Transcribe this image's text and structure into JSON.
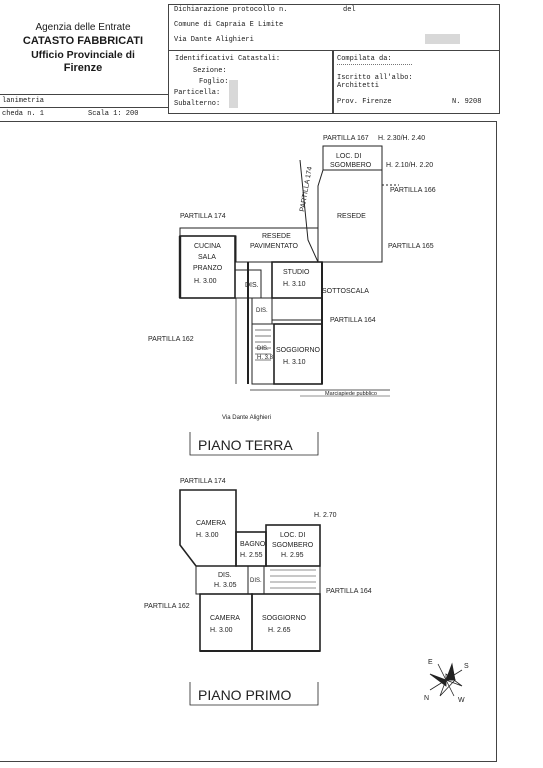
{
  "header": {
    "agency_line1": "Agenzia delle Entrate",
    "agency_line2": "CATASTO FABBRICATI",
    "agency_line3": "Ufficio Provinciale di",
    "agency_line4": "Firenze",
    "protocol_label": "Dichiarazione protocollo n.",
    "protocol_del": "del",
    "comune": "Comune di Capraia E Limite",
    "address": "Via Dante Alighieri",
    "ident_label": "Identificativi Catastali:",
    "sezione_label": "Sezione:",
    "foglio_label": "Foglio:",
    "particella_label": "Particella:",
    "subalterno_label": "Subalterno:",
    "compilata_label": "Compilata da:",
    "iscritto_label": "Iscritto all'albo:",
    "iscritto_value": "Architetti",
    "prov_label": "Prov. Firenze",
    "number_label": "N. 9208"
  },
  "sheet": {
    "planimetria_label": "lanimetria",
    "scheda_label": "cheda n. 1",
    "scala_label": "Scala 1: 200"
  },
  "plan_ground": {
    "partilla_167": "PARTILLA 167",
    "h230_240": "H. 2.30/H. 2.40",
    "loc_line1": "LOC. DI",
    "loc_line2": "SGOMBERO",
    "h210_220": "H. 2.10/H. 2.20",
    "partilla_174_vertical": "PARTILLA 174",
    "partilla_166": "PARTILLA 166",
    "resede": "RESEDE",
    "partilla_174": "PARTILLA 174",
    "resede_pav_line1": "RESEDE",
    "resede_pav_line2": "PAVIMENTATO",
    "partilla_165": "PARTILLA 165",
    "cucina_line1": "CUCINA",
    "cucina_line2": "SALA",
    "cucina_line3": "PRANZO",
    "cucina_h": "H. 3.00",
    "dis": "DIS.",
    "studio": "STUDIO",
    "studio_h": "H. 3.10",
    "sottoscala": "SOTTOSCALA",
    "dis_small": "DIS.",
    "partilla_164": "PARTILLA 164",
    "partilla_162": "PARTILLA 162",
    "dis_h_label": "DIS.",
    "dis_h": "H. 3.8",
    "soggiorno": "SOGGIORNO",
    "soggiorno_h": "H. 3.10",
    "marciapiede": "Marciapiede pubblico",
    "via": "Via Dante Alighieri",
    "title": "PIANO TERRA"
  },
  "plan_first": {
    "partilla_174": "PARTILLA 174",
    "h270": "H. 2.70",
    "camera1": "CAMERA",
    "camera1_h": "H. 3.00",
    "bagno": "BAGNO",
    "bagno_h": "H. 2.55",
    "loc_line1": "LOC. DI",
    "loc_line2": "SGOMBERO",
    "loc_h": "H. 2.95",
    "dis1": "DIS.",
    "dis1_h": "H. 3.05",
    "dis2": "DIS.",
    "partilla_164": "PARTILLA 164",
    "partilla_162": "PARTILLA 162",
    "camera2": "CAMERA",
    "camera2_h": "H. 3.00",
    "soggiorno": "SOGGIORNO",
    "soggiorno_h": "H. 2.65",
    "title": "PIANO PRIMO"
  },
  "compass": {
    "n": "N",
    "s": "S",
    "e": "E",
    "w": "W"
  }
}
